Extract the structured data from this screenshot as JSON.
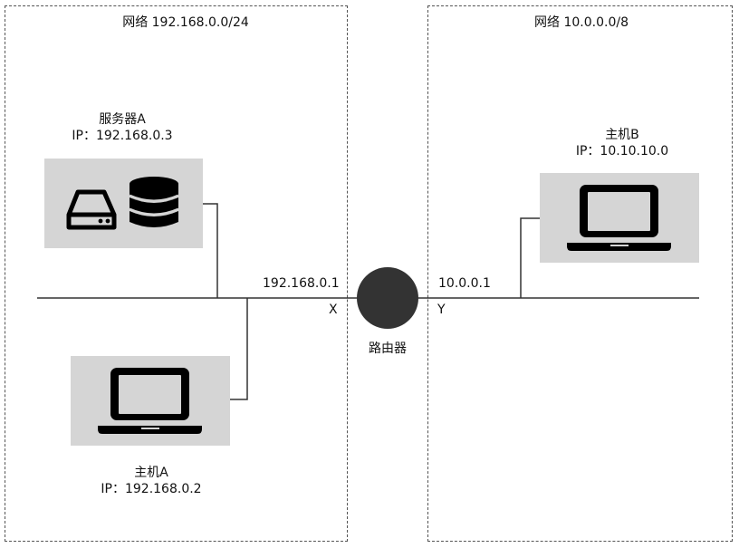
{
  "diagram": {
    "network_left": {
      "title": "网络 192.168.0.0/24"
    },
    "network_right": {
      "title": "网络 10.0.0.0/8"
    },
    "server_a": {
      "name": "服务器A",
      "ip": "IP：192.168.0.3",
      "icons": [
        "hard-drive-icon",
        "database-icon"
      ]
    },
    "host_a": {
      "name": "主机A",
      "ip": "IP：192.168.0.2",
      "icon": "laptop-icon"
    },
    "host_b": {
      "name": "主机B",
      "ip": "IP：10.10.10.0",
      "icon": "laptop-icon"
    },
    "router": {
      "name": "路由器",
      "interface_x": {
        "label": "X",
        "ip": "192.168.0.1"
      },
      "interface_y": {
        "label": "Y",
        "ip": "10.0.0.1"
      },
      "color": "#333333"
    },
    "colors": {
      "device_background": "#d5d5d5",
      "line": "#333333",
      "icon": "#000000"
    }
  }
}
